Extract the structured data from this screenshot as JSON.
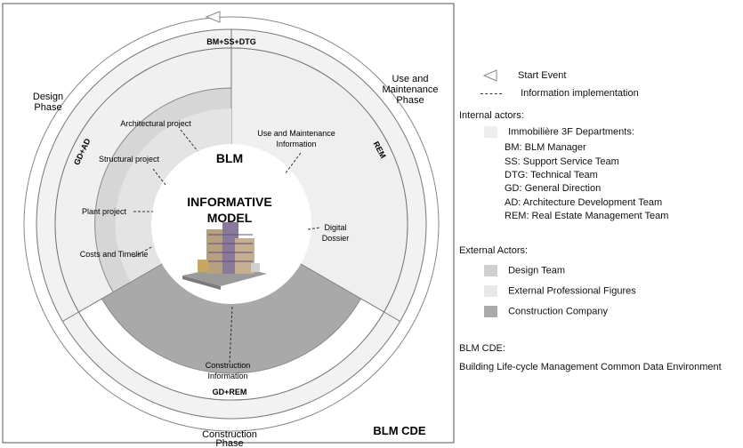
{
  "diagram": {
    "center": {
      "line1": "BLM",
      "line2": "INFORMATIVE",
      "line3": "MODEL"
    },
    "ring_labels": {
      "top": "BM+SS+DTG",
      "left": "GD+AD",
      "right": "REM",
      "bottom": "GD+REM"
    },
    "phases": {
      "design": [
        "Design",
        "Phase"
      ],
      "use": [
        "Use and",
        "Maintenance",
        "Phase"
      ],
      "construction": [
        "Construction",
        "Phase"
      ]
    },
    "design_items": [
      "Architectural project",
      "Structural  project",
      "Plant project",
      "Costs and Timeline"
    ],
    "use_items": {
      "use_info": [
        "Use and Maintenance",
        "Information"
      ],
      "digital": [
        "Digital",
        "Dossier"
      ]
    },
    "construction_items": [
      "Construction",
      "Information"
    ],
    "frame_label": "BLM CDE"
  },
  "legend": {
    "start_event": "Start Event",
    "info_impl": "Information implementation",
    "internal_title": "Internal actors:",
    "dept_title": "Immobilière 3F Departments:",
    "departments": [
      "BM: BLM Manager",
      "SS: Support Service Team",
      "DTG: Technical Team",
      "GD: General Direction",
      "AD: Architecture Development Team",
      "REM: Real Estate Management Team"
    ],
    "external_title": "External Actors:",
    "external": [
      {
        "label": "Design Team",
        "color": "#cfcfcf"
      },
      {
        "label": "External Professional Figures",
        "color": "#e8e8e8"
      },
      {
        "label": "Construction Company",
        "color": "#aaaaaa"
      }
    ],
    "internal_color": "#eeeeee",
    "cde_title": "BLM CDE:",
    "cde_desc": "Building Life-cycle Management Common Data Environment"
  }
}
